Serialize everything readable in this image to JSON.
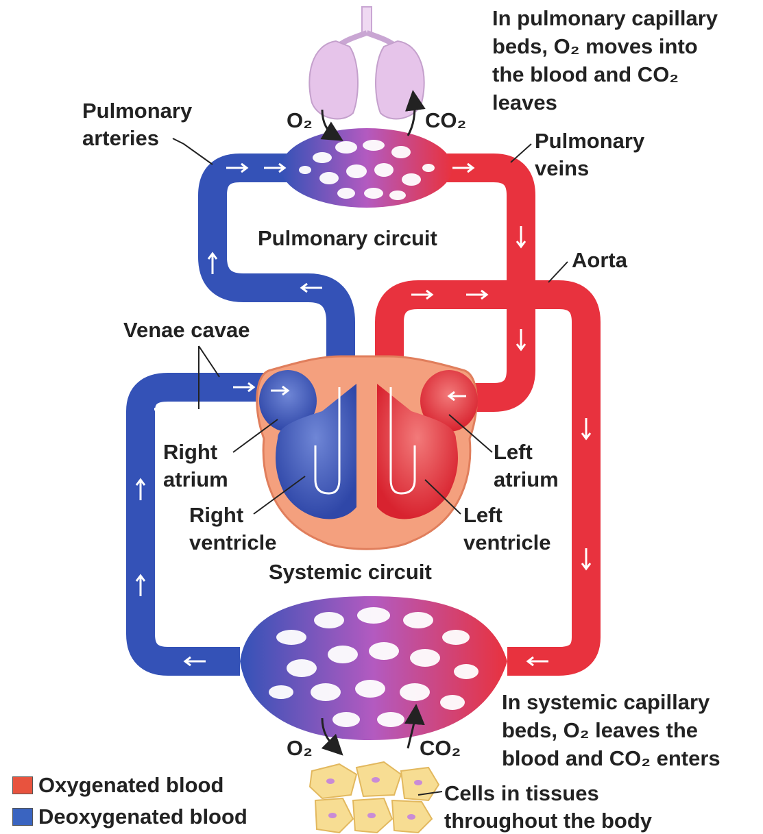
{
  "colors": {
    "oxygenated": "#e8323e",
    "oxygenated_light": "#f27a7a",
    "deoxygenated": "#3452b7",
    "deoxygenated_light": "#6f86d6",
    "capillary_mix": "#b35ac0",
    "heart_tissue": "#f4a07e",
    "lung": "#e6c4ea",
    "cells": "#f7dd93"
  },
  "labels": {
    "pulmonary_note": [
      "In pulmonary capillary",
      "beds, O₂ moves into",
      "the blood and CO₂",
      "leaves"
    ],
    "pulmonary_arteries": [
      "Pulmonary",
      "arteries"
    ],
    "pulmonary_veins": [
      "Pulmonary",
      "veins"
    ],
    "o2_top": "O₂",
    "co2_top": "CO₂",
    "pulmonary_circuit": "Pulmonary circuit",
    "aorta": "Aorta",
    "venae_cavae": "Venae cavae",
    "right_atrium": [
      "Right",
      "atrium"
    ],
    "right_ventricle": [
      "Right",
      "ventricle"
    ],
    "left_atrium": [
      "Left",
      "atrium"
    ],
    "left_ventricle": [
      "Left",
      "ventricle"
    ],
    "systemic_circuit": "Systemic circuit",
    "systemic_note": [
      "In systemic capillary",
      "beds, O₂ leaves the",
      "blood and CO₂ enters"
    ],
    "o2_bottom": "O₂",
    "co2_bottom": "CO₂",
    "cells": [
      "Cells in tissues",
      "throughout the body"
    ]
  },
  "legend": [
    {
      "label": "Oxygenated blood",
      "color": "#e8533e"
    },
    {
      "label": "Deoxygenated blood",
      "color": "#3a64c0"
    }
  ]
}
